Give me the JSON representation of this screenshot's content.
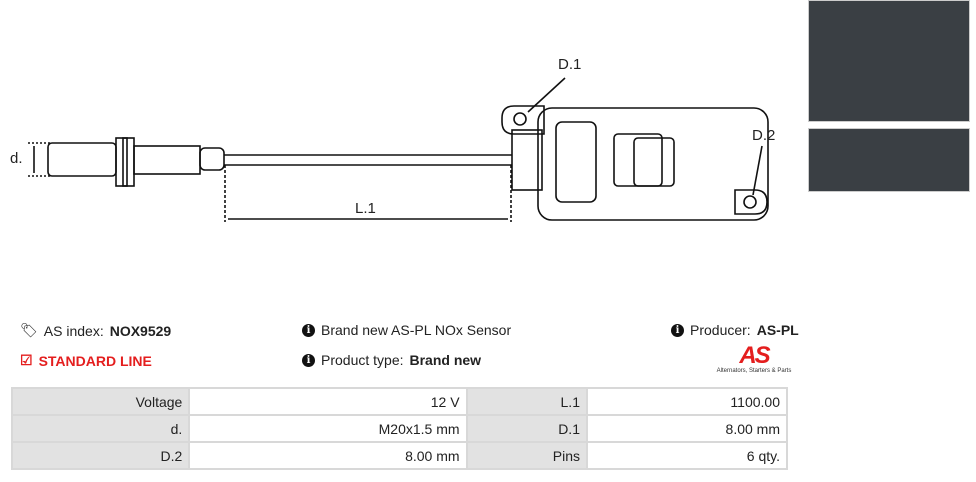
{
  "drawing": {
    "labels": {
      "d": "d.",
      "l1": "L.1",
      "d1": "D.1",
      "d2": "D.2"
    }
  },
  "info": {
    "as_index_label": "AS index:",
    "as_index_value": "NOX9529",
    "line": "STANDARD LINE",
    "description": "Brand new AS-PL NOx Sensor",
    "product_type_label": "Product type:",
    "product_type_value": "Brand new",
    "producer_label": "Producer:",
    "producer_value": "AS-PL"
  },
  "logo": {
    "text": "AS",
    "tagline": "Alternators, Starters & Parts"
  },
  "specs": [
    [
      {
        "label": "Voltage",
        "value": "12 V"
      },
      {
        "label": "L.1",
        "value": "1100.00"
      }
    ],
    [
      {
        "label": "d.",
        "value": "M20x1.5 mm"
      },
      {
        "label": "D.1",
        "value": "8.00 mm"
      }
    ],
    [
      {
        "label": "D.2",
        "value": "8.00 mm"
      },
      {
        "label": "Pins",
        "value": "6 qty."
      }
    ]
  ],
  "colors": {
    "accent": "#e41e1e"
  }
}
